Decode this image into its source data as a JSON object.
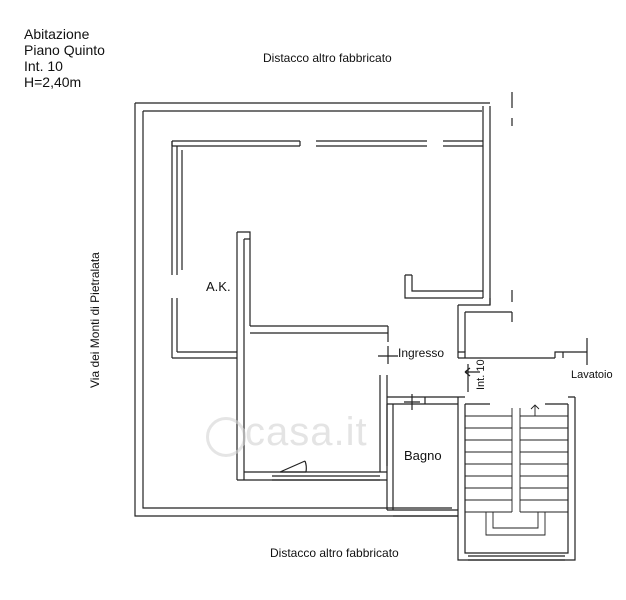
{
  "header": {
    "lines": [
      "Abitazione",
      "Piano Quinto",
      "Int. 10",
      "H=2,40m"
    ]
  },
  "labels": {
    "top_distance": "Distacco altro fabbricato",
    "bottom_distance": "Distacco altro fabbricato",
    "street": "Via dei Monti di Pietralata",
    "ak": "A.K.",
    "ingresso": "Ingresso",
    "bagno": "Bagno",
    "lavatoio": "Lavatoio",
    "interno": "Int. 10"
  },
  "watermark": {
    "text": "casa.it"
  }
}
